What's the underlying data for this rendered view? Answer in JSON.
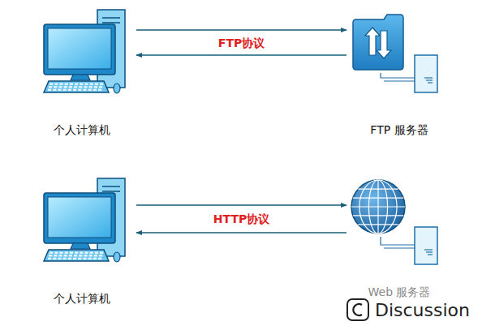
{
  "diagram": {
    "nodes": [
      {
        "text": [
          "个人计算机"
        ]
      },
      {
        "text": [
          "FTP 服务器"
        ]
      },
      {
        "text": [
          "个人计算机"
        ]
      },
      {
        "text": [
          "Web 服务器"
        ]
      }
    ],
    "edges": [
      {
        "from": 0,
        "to": 1,
        "arrow": "to",
        "label": "FTP协议"
      },
      {
        "from": 1,
        "to": 0,
        "arrow": "to"
      },
      {
        "from": 2,
        "to": 3,
        "arrow": "to",
        "label": "HTTP协议"
      },
      {
        "from": 3,
        "to": 2,
        "arrow": "to"
      }
    ],
    "labels": [
      "Discussion"
    ]
  }
}
